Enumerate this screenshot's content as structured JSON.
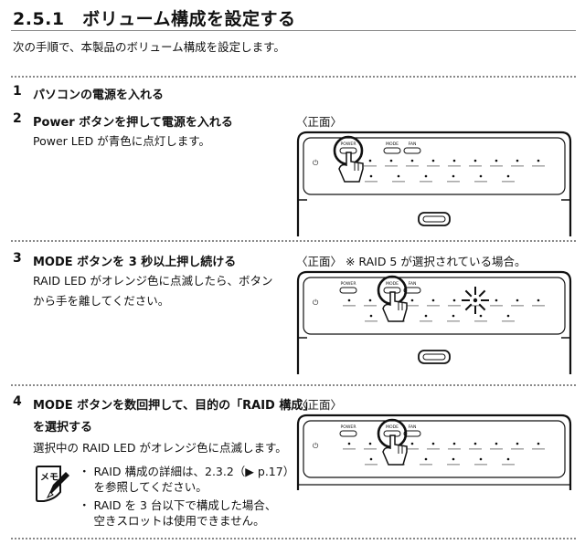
{
  "title": "2.5.1　ボリューム構成を設定する",
  "intro": "次の手順で、本製品のボリューム構成を設定します。",
  "steps": [
    {
      "num": "1",
      "heading": "パソコンの電源を入れる"
    },
    {
      "num": "2",
      "heading": "Power ボタンを押して電源を入れる",
      "body": [
        "Power LED が青色に点灯します。"
      ],
      "caption": "〈正面〉"
    },
    {
      "num": "3",
      "heading": "MODE ボタンを 3 秒以上押し続ける",
      "body": [
        "RAID LED がオレンジ色に点滅したら、ボタン",
        "から手を離してください。"
      ],
      "caption": "〈正面〉 ※ RAID 5 が選択されている場合。"
    },
    {
      "num": "4",
      "heading_lines": [
        "MODE ボタンを数回押して、目的の「RAID 構成」",
        "を選択する"
      ],
      "body": [
        "選択中の RAID LED がオレンジ色に点滅します。"
      ],
      "caption": "〈正面〉"
    }
  ],
  "memo": {
    "icon_label": "メモ",
    "bullets": [
      {
        "lines": [
          "・ RAID 構成の詳細は、2.3.2（▶ p.17）",
          "　 を参照してください。"
        ]
      },
      {
        "lines": [
          "・ RAID を 3 台以下で構成した場合、",
          "　 空きスロットは使用できません。"
        ]
      }
    ]
  },
  "device": {
    "power_label": "POWER",
    "mode_label": "MODE",
    "fan_label": "FAN",
    "power_symbol": "⏻"
  }
}
